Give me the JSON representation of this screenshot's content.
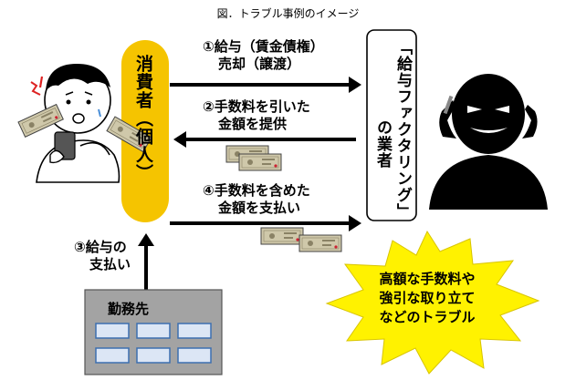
{
  "title": "図．トラブル事例のイメージ",
  "consumer": {
    "line1": "消費者",
    "line2": "（個人）"
  },
  "factoring": {
    "line1": "「給与ファクタリング」",
    "line2": "の業者"
  },
  "steps": [
    {
      "num": "①",
      "line1": "給与（賃金債権）",
      "line2": "売却（譲渡）"
    },
    {
      "num": "②",
      "line1": "手数料を引いた",
      "line2": "金額を提供"
    },
    {
      "num": "④",
      "line1": "手数料を含めた",
      "line2": "金額を支払い"
    },
    {
      "num": "③",
      "line1": "給与の",
      "line2": "支払い"
    }
  ],
  "burst": {
    "line1": "高額な手数料や",
    "line2": "強引な取り立て",
    "line3": "などのトラブル"
  },
  "workplace": {
    "label": "勤務先"
  },
  "colors": {
    "pill": "#f5c400",
    "burst": "#fff200",
    "building": "#a3a3a3",
    "window": "#dce6f5",
    "note": "#c9c2a4"
  },
  "icons": [
    "worried-person-icon",
    "shady-dealer-icon",
    "money-note-icon",
    "exclaim-mark-icon",
    "office-building-icon"
  ]
}
